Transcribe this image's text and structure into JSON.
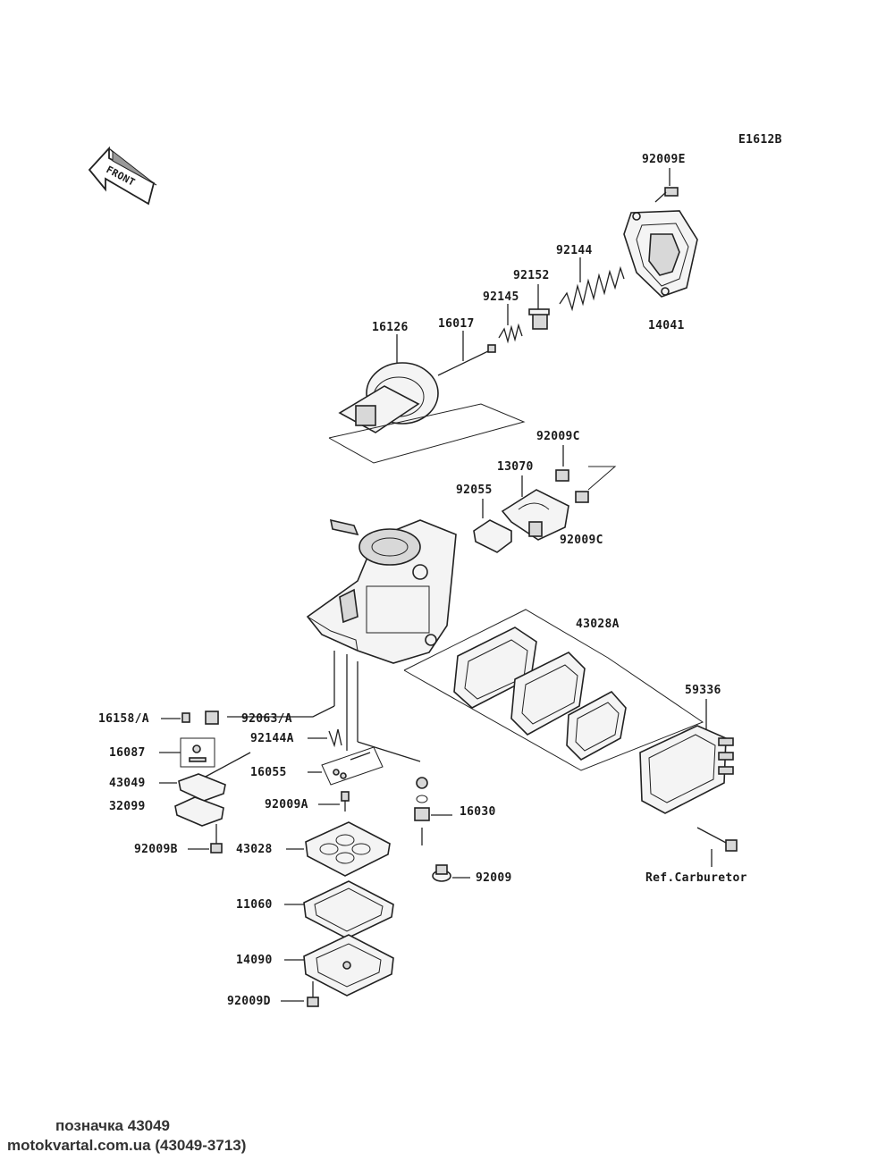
{
  "diagram_code": "E1612B",
  "front_label": "FRONT",
  "ref_label": "Ref.Carburetor",
  "parts": {
    "p92009E": "92009E",
    "p92144": "92144",
    "p92152": "92152",
    "p92145": "92145",
    "p16126": "16126",
    "p16017": "16017",
    "p14041": "14041",
    "p92009C_top": "92009C",
    "p13070": "13070",
    "p92055": "92055",
    "p92009C_bottom": "92009C",
    "p43028A": "43028A",
    "p59336": "59336",
    "p16158A": "16158/A",
    "p92063A": "92063/A",
    "p16087": "16087",
    "p92144A": "92144A",
    "p43049": "43049",
    "p16055": "16055",
    "p32099": "32099",
    "p92009A": "92009A",
    "p16030": "16030",
    "p92009B": "92009B",
    "p43028": "43028",
    "p92009": "92009",
    "p11060": "11060",
    "p14090": "14090",
    "p92009D": "92009D"
  },
  "caption_line1": "позначка 43049",
  "caption_line2": "motokvartal.com.ua (43049-3713)"
}
